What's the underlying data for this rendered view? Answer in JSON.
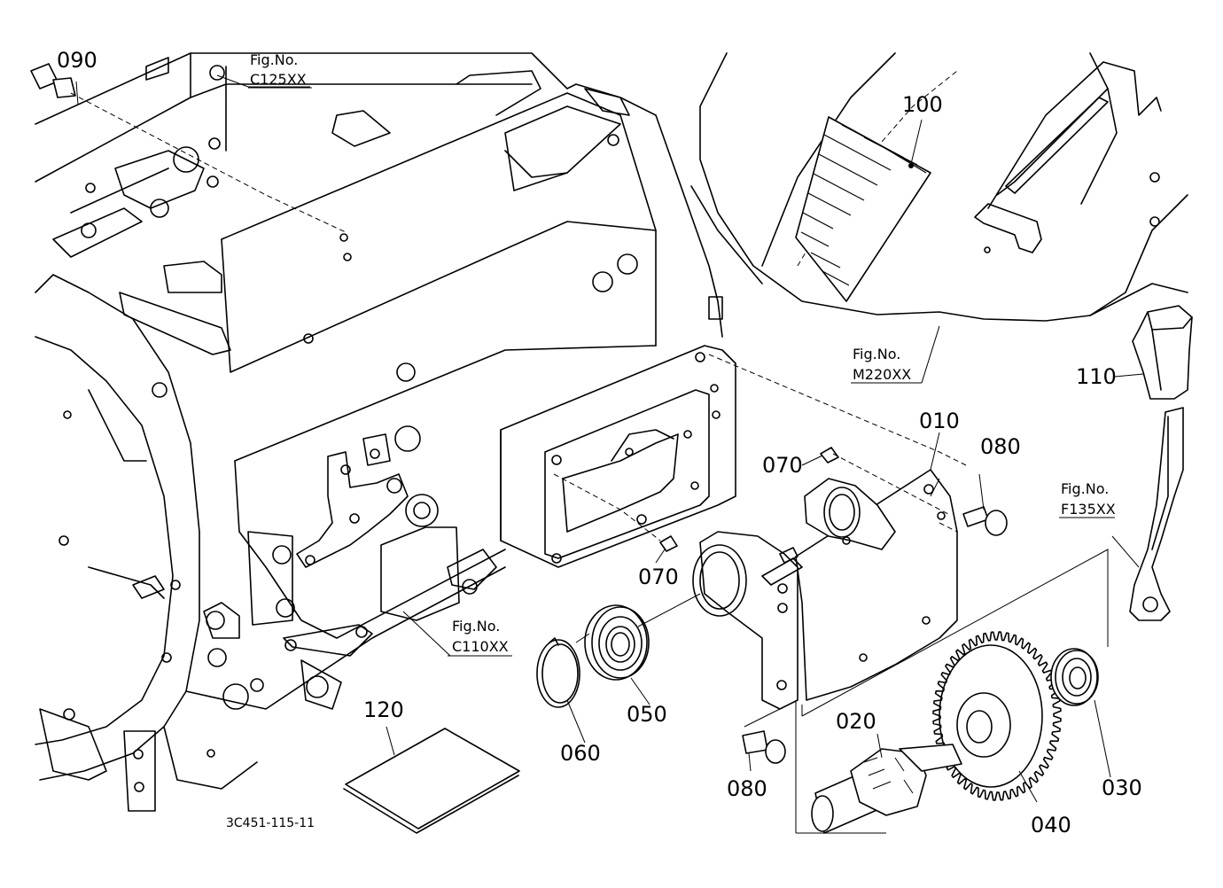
{
  "drawing_code": "3C451-115-11",
  "callouts": {
    "p010": "010",
    "p020": "020",
    "p030": "030",
    "p040": "040",
    "p050": "050",
    "p060": "060",
    "p070a": "070",
    "p070b": "070",
    "p080a": "080",
    "p080b": "080",
    "p090": "090",
    "p100": "100",
    "p110": "110",
    "p120": "120"
  },
  "fig_refs": [
    {
      "label": "Fig.No.",
      "code": "C125XX"
    },
    {
      "label": "Fig.No.",
      "code": "M220XX"
    },
    {
      "label": "Fig.No.",
      "code": "F135XX"
    },
    {
      "label": "Fig.No.",
      "code": "C110XX"
    }
  ],
  "colors": {
    "line": "#000000",
    "background": "#ffffff"
  }
}
